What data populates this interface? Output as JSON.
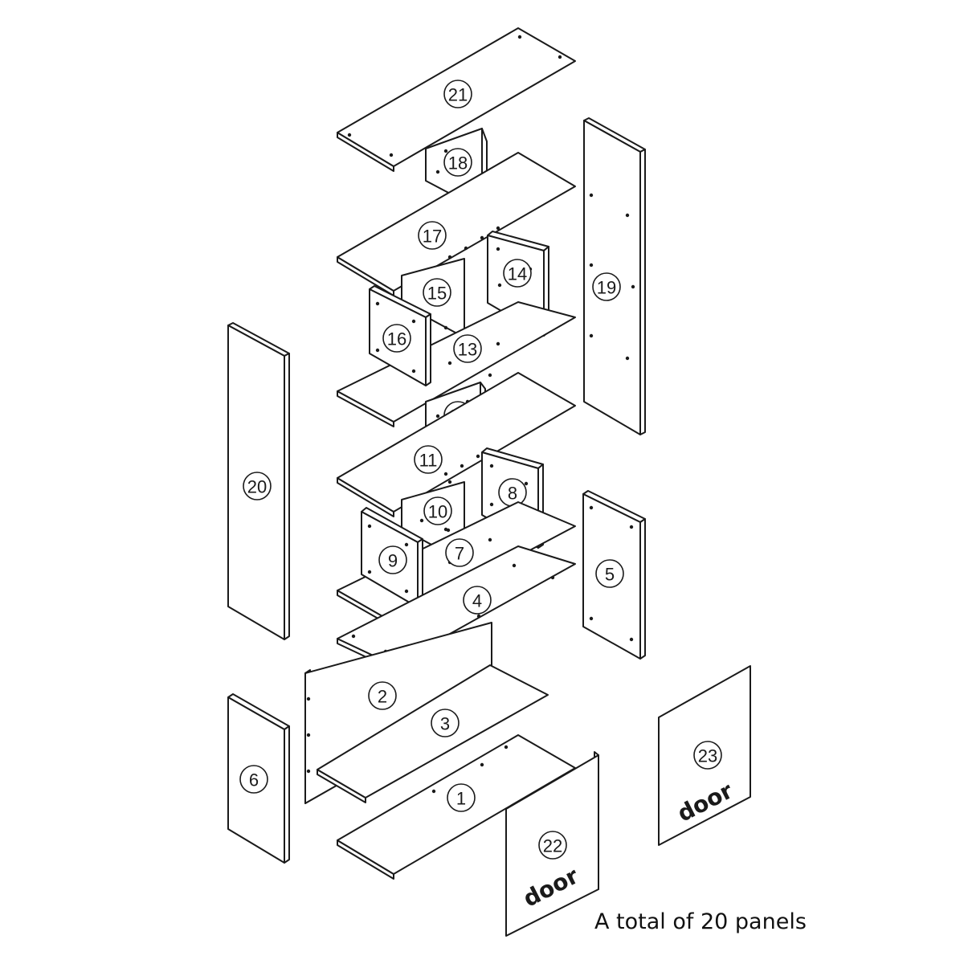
{
  "caption": "A total of 20 panels",
  "door_label": "door",
  "panels": [
    {
      "id": "21",
      "number": "21"
    },
    {
      "id": "18",
      "number": "18"
    },
    {
      "id": "17",
      "number": "17"
    },
    {
      "id": "19",
      "number": "19"
    },
    {
      "id": "15",
      "number": "15"
    },
    {
      "id": "14",
      "number": "14"
    },
    {
      "id": "16",
      "number": "16"
    },
    {
      "id": "13",
      "number": "13"
    },
    {
      "id": "12",
      "number": "12"
    },
    {
      "id": "11",
      "number": "11"
    },
    {
      "id": "20",
      "number": "20"
    },
    {
      "id": "10",
      "number": "10"
    },
    {
      "id": "8",
      "number": "8"
    },
    {
      "id": "9",
      "number": "9"
    },
    {
      "id": "7",
      "number": "7"
    },
    {
      "id": "4",
      "number": "4"
    },
    {
      "id": "5",
      "number": "5"
    },
    {
      "id": "2",
      "number": "2"
    },
    {
      "id": "3",
      "number": "3"
    },
    {
      "id": "6",
      "number": "6"
    },
    {
      "id": "1",
      "number": "1"
    },
    {
      "id": "22",
      "number": "22",
      "door": true
    },
    {
      "id": "23",
      "number": "23",
      "door": true
    }
  ]
}
